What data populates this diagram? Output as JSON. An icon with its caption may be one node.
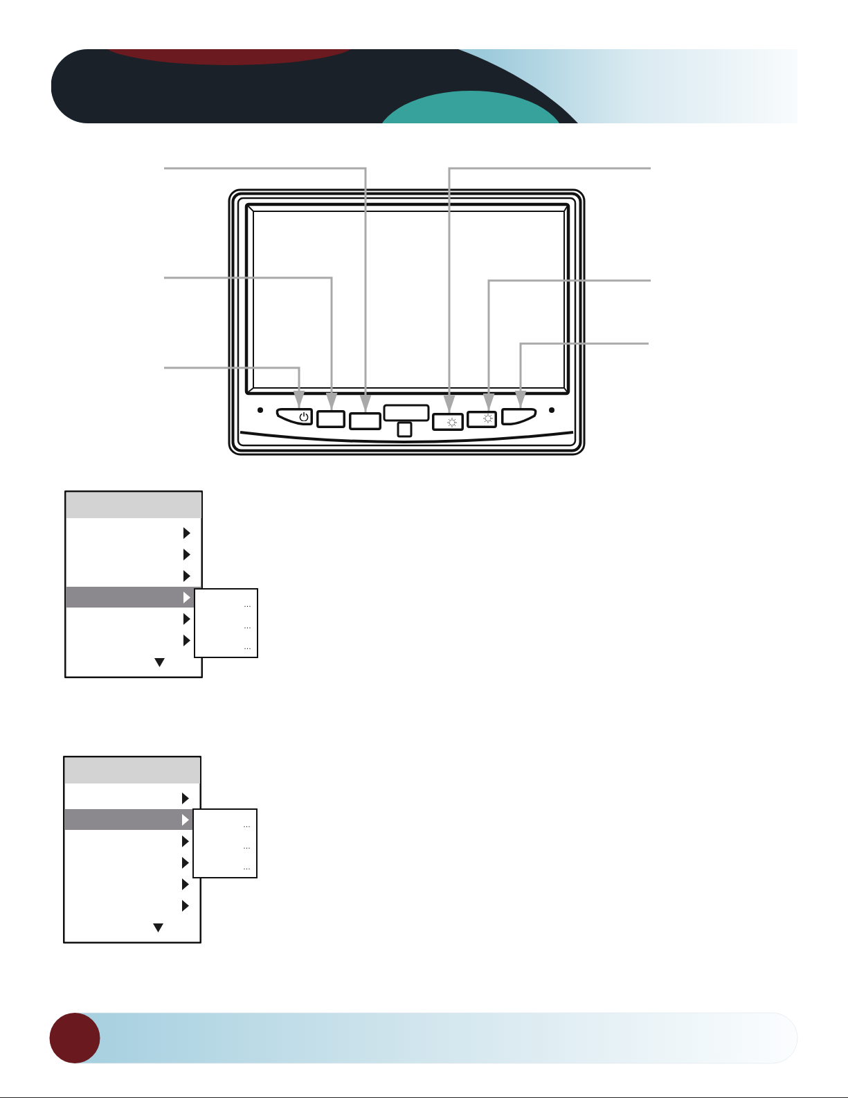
{
  "diagram": {
    "nodes": [
      {
        "text": [],
        "shape": "picture"
      },
      {
        "text": [],
        "shape": "box",
        "in": 0
      },
      {
        "text": [],
        "shape": "box",
        "in": 0
      },
      {
        "text": [],
        "shape": "box",
        "in": 0
      },
      {
        "text": [],
        "shape": "box",
        "in": 0
      },
      {
        "text": [],
        "shape": "box",
        "in": 0
      },
      {
        "text": [],
        "shape": "box",
        "in": 0
      },
      {
        "text": [],
        "shape": "box"
      },
      {
        "text": [
          "…",
          "…",
          "…"
        ]
      },
      {
        "text": [],
        "shape": "box"
      },
      {
        "text": [
          "…",
          "…",
          "…"
        ]
      }
    ],
    "edges": [
      {
        "from": null,
        "to": 3,
        "arrow": "to"
      },
      {
        "from": null,
        "to": 4,
        "arrow": "to"
      },
      {
        "from": null,
        "to": 2,
        "arrow": "to"
      },
      {
        "from": null,
        "to": 5,
        "arrow": "to"
      },
      {
        "from": null,
        "to": 1,
        "arrow": "to"
      },
      {
        "from": null,
        "to": 6,
        "arrow": "to"
      }
    ]
  }
}
